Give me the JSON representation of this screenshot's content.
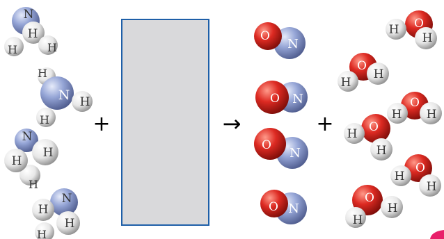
{
  "equation": {
    "plus_sign": "+",
    "arrow": "→",
    "blank_box": {
      "fill": "#d9d9db",
      "border": "#1e5fa8"
    }
  },
  "atom_labels": {
    "nitrogen": "N",
    "hydrogen": "H",
    "oxygen": "O"
  },
  "colors": {
    "nitrogen": "#8f9fd0",
    "hydrogen": "#f4f4f4",
    "oxygen": "#d21f1f",
    "corner_accent": "#e8206a"
  },
  "reactants": {
    "molecule": "ammonia",
    "count": 4
  },
  "products": [
    {
      "molecule": "nitric-oxide",
      "count": 4
    },
    {
      "molecule": "water",
      "count": 6
    }
  ]
}
